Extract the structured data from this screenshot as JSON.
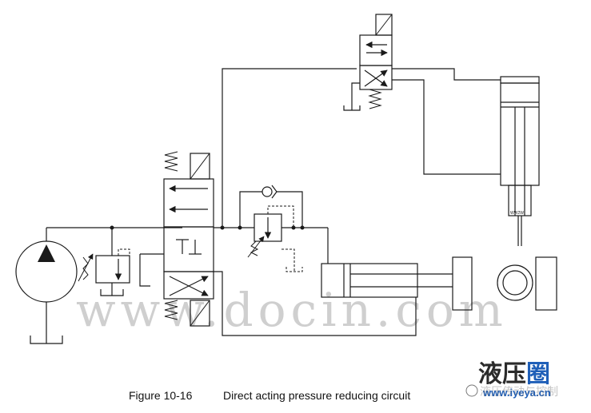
{
  "figure": {
    "number": "Figure 10-16",
    "title": "Direct acting pressure reducing circuit"
  },
  "watermark": {
    "text": "www.docin.com"
  },
  "brand": {
    "chars_main": "液压",
    "chars_accent": "圈",
    "url": "www.iyeya.cn",
    "wechat_label": "液压传动与控制"
  },
  "colors": {
    "line": "#1a1a1a",
    "watermark": "#cfcfcf",
    "brand_accent": "#1f5fb8"
  }
}
